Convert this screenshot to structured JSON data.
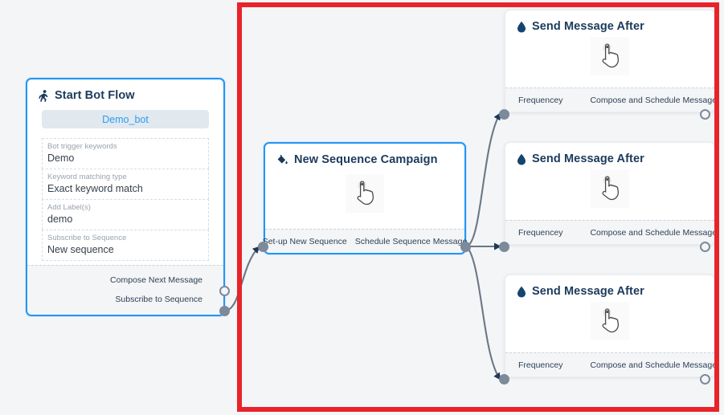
{
  "canvas": {
    "background_color": "#f4f5f7",
    "highlight_frame_color": "#e8232a"
  },
  "nodes": {
    "start_bot_flow": {
      "icon": "running-person-icon",
      "title": "Start Bot Flow",
      "bot_pill": "Demo_bot",
      "fields": [
        {
          "label": "Bot trigger keywords",
          "value": "Demo"
        },
        {
          "label": "Keyword matching type",
          "value": "Exact keyword match"
        },
        {
          "label": "Add Label(s)",
          "value": "demo"
        },
        {
          "label": "Subscribe to Sequence",
          "value": "New sequence"
        }
      ],
      "outputs": [
        {
          "label": "Compose Next Message",
          "port": "hollow"
        },
        {
          "label": "Subscribe to Sequence",
          "port": "filled"
        }
      ],
      "accent_color": "#2196f3"
    },
    "new_sequence_campaign": {
      "icon": "paint-bucket-icon",
      "title": "New Sequence Campaign",
      "center_icon": "pointing-hand-cursor-icon",
      "input_label": "Set-up New Sequence",
      "output_label": "Schedule Sequence Message",
      "accent_color": "#2196f3"
    },
    "send_message_after": [
      {
        "icon": "droplet-icon",
        "title": "Send Message After",
        "center_icon": "pointing-hand-cursor-icon",
        "input_label": "Frequencey",
        "output_label": "Compose and Schedule Message"
      },
      {
        "icon": "droplet-icon",
        "title": "Send Message After",
        "center_icon": "pointing-hand-cursor-icon",
        "input_label": "Frequencey",
        "output_label": "Compose and Schedule Message"
      },
      {
        "icon": "droplet-icon",
        "title": "Send Message After",
        "center_icon": "pointing-hand-cursor-icon",
        "input_label": "Frequencey",
        "output_label": "Compose and Schedule Message"
      }
    ]
  },
  "connections": [
    {
      "from": "start-bot-flow:subscribe-to-sequence",
      "to": "new-sequence-campaign:set-up-new-sequence"
    },
    {
      "from": "new-sequence-campaign:schedule-sequence-message",
      "to": "send-message-after-1:frequencey"
    },
    {
      "from": "new-sequence-campaign:schedule-sequence-message",
      "to": "send-message-after-2:frequencey"
    },
    {
      "from": "new-sequence-campaign:schedule-sequence-message",
      "to": "send-message-after-3:frequencey"
    }
  ]
}
